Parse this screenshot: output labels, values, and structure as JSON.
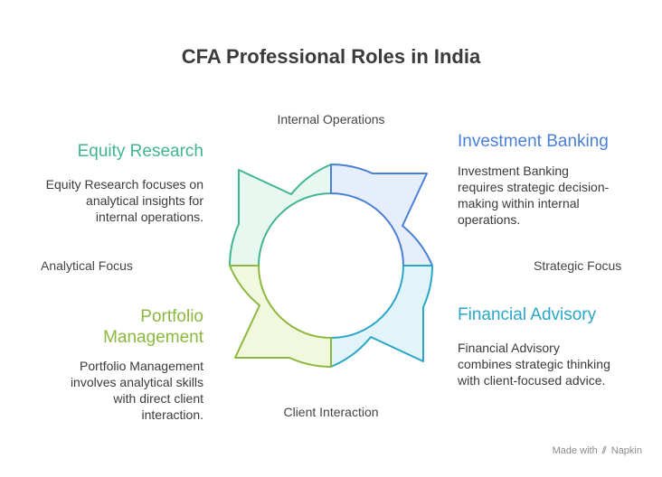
{
  "title": "CFA Professional Roles in India",
  "axes": {
    "top": "Internal Operations",
    "bottom": "Client Interaction",
    "left": "Analytical Focus",
    "right": "Strategic Focus"
  },
  "quadrants": [
    {
      "heading": "Equity Research",
      "description_lines": [
        "Equity Research focuses on",
        "analytical insights for",
        "internal operations."
      ],
      "color": "#3fb68e",
      "fill": "#e6f8ef"
    },
    {
      "heading": "Investment Banking",
      "description_lines": [
        "Investment Banking",
        "requires strategic decision-",
        "making within internal",
        "operations."
      ],
      "color": "#4a7fd6",
      "fill": "#e7eefb"
    },
    {
      "heading_lines": [
        "Portfolio",
        "Management"
      ],
      "description_lines": [
        "Portfolio Management",
        "involves analytical skills",
        "with direct client",
        "interaction."
      ],
      "color": "#8cb83f",
      "fill": "#f1f8dd"
    },
    {
      "heading": "Financial Advisory",
      "description_lines": [
        "Financial Advisory",
        "combines strategic thinking",
        "with client-focused advice."
      ],
      "color": "#2aa6c6",
      "fill": "#e2f4fa"
    }
  ],
  "footer": {
    "text": "Made with",
    "brand": "Napkin"
  }
}
